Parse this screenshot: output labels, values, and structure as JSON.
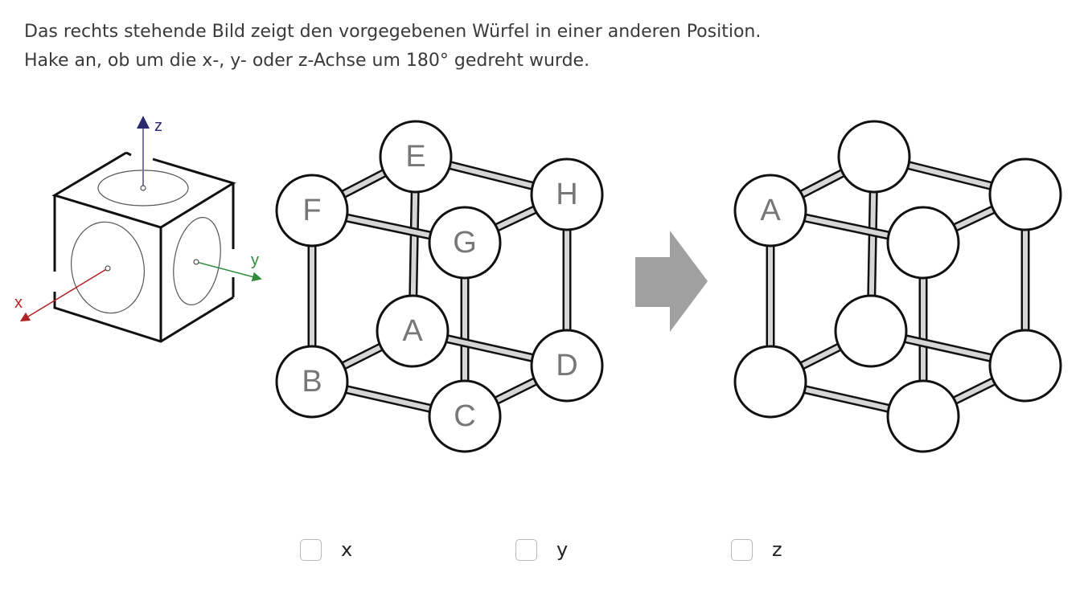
{
  "question": {
    "line1": "Das rechts stehende Bild zeigt den vorgegebenen Würfel in einer anderen Position.",
    "line2": "Hake an, ob um die x-, y- oder z-Achse um 180° gedreht wurde."
  },
  "axes_figure": {
    "x_label": "x",
    "y_label": "y",
    "z_label": "z",
    "x_color": "#b22222",
    "y_color": "#2e8b3a",
    "z_color": "#2a2a6e"
  },
  "cube_original": {
    "labels": [
      "E",
      "H",
      "F",
      "G",
      "A",
      "D",
      "B",
      "C"
    ]
  },
  "cube_rotated": {
    "labels": [
      "",
      "",
      "A",
      "",
      "",
      "",
      "",
      ""
    ]
  },
  "options": [
    {
      "label": "x",
      "checked": false
    },
    {
      "label": "y",
      "checked": false
    },
    {
      "label": "z",
      "checked": false
    }
  ]
}
